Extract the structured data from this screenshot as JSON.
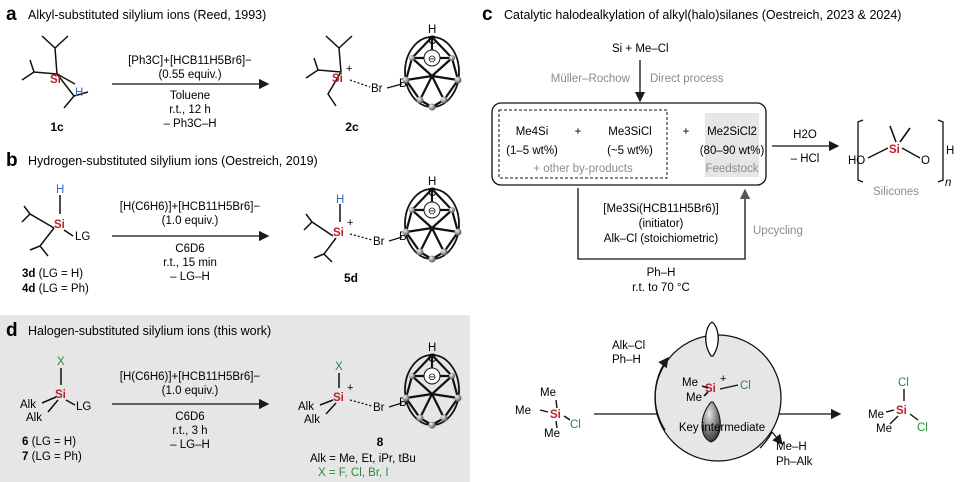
{
  "panels": {
    "a": {
      "letter": "a",
      "title": "Alkyl-substituted silylium ions (Reed, 1993)",
      "reagent": "[Ph3C]+[HCB11H5Br6]−",
      "equiv": "(0.55 equiv.)",
      "solvent": "Toluene",
      "temp": "r.t., 12 h",
      "byproduct": "– Ph3C–H",
      "start_label": "1c",
      "product_label": "2c"
    },
    "b": {
      "letter": "b",
      "title": "Hydrogen-substituted silylium ions (Oestreich, 2019)",
      "reagent": "[H(C6H6)]+[HCB11H5Br6]−",
      "equiv": "(1.0 equiv.)",
      "solvent": "C6D6",
      "temp": "r.t., 15 min",
      "byproduct": "– LG–H",
      "start_label_1": "3d",
      "start_note_1": "(LG = H)",
      "start_label_2": "4d",
      "start_note_2": "(LG = Ph)",
      "product_label": "5d"
    },
    "c": {
      "letter": "c",
      "title": "Catalytic halodealkylation of alkyl(halo)silanes (Oestreich, 2023 & 2024)",
      "top_reagents": "Si + Me–Cl",
      "proc_left": "Müller–Rochow",
      "proc_right": "Direct process",
      "me4si": "Me4Si",
      "me4si_pct": "(1–5 wt%)",
      "me3sicl": "Me3SiCl",
      "me3sicl_pct": "(~5 wt%)",
      "me2sicl2": "Me2SiCl2",
      "me2sicl2_pct": "(80–90 wt%)",
      "other": "+ other by-products",
      "feedstock": "Feedstock",
      "plus": "+",
      "water": "H2O",
      "hcl": "– HCl",
      "silicones": "Silicones",
      "initiator": "[Me3Si(HCB11H5Br6)]",
      "initiator_note": "(initiator)",
      "stoich": "Alk–Cl (stoichiometric)",
      "upcycling": "Upcycling",
      "solvent": "Ph–H",
      "temp": "r.t. to 70 °C",
      "cycle_in_1": "Alk–Cl",
      "cycle_in_2": "Ph–H",
      "cycle_out_1": "Me–H",
      "cycle_out_2": "Ph–Alk",
      "key_intermediate": "Key intermediate"
    },
    "d": {
      "letter": "d",
      "title": "Halogen-substituted silylium ions (this work)",
      "reagent": "[H(C6H6)]+[HCB11H5Br6]−",
      "equiv": "(1.0 equiv.)",
      "solvent": "C6D6",
      "temp": "r.t., 3 h",
      "byproduct": "– LG–H",
      "start_label_1": "6",
      "start_note_1": "(LG = H)",
      "start_label_2": "7",
      "start_note_2": "(LG = Ph)",
      "product_label": "8",
      "alk_def": "Alk = Me, Et, iPr, tBu",
      "x_def": "X = F, Cl, Br, I"
    }
  },
  "colors": {
    "si": "#c0202b",
    "cl": "#2a8a3a",
    "h": "#2a6fc9",
    "caption": "#8c8c8c",
    "shade": "#e6e6e6"
  }
}
